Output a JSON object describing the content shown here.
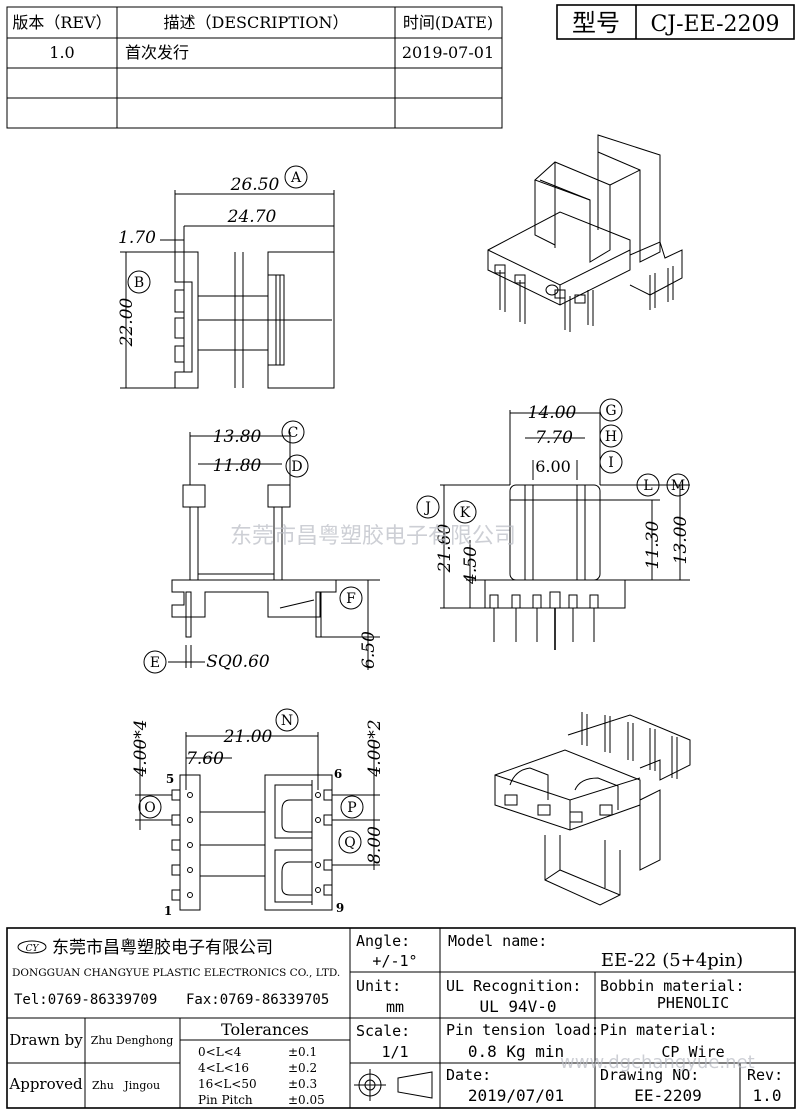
{
  "revision_table": {
    "headers": [
      "版本（REV）",
      "描述（DESCRIPTION）",
      "时间(DATE)"
    ],
    "rows": [
      {
        "rev": "1.0",
        "desc": "首次发行",
        "date": "2019-07-01"
      }
    ]
  },
  "model_box": {
    "label": "型号",
    "value": "CJ-EE-2209"
  },
  "dimensions": {
    "A": "26.50",
    "inner_width": "24.70",
    "flange": "1.70",
    "B": "22.00",
    "C": "13.80",
    "D": "11.80",
    "E": "SQ0.60",
    "F": "6.50",
    "G": "14.00",
    "H": "7.70",
    "I": "6.00",
    "J": "21.60",
    "K": "4.50",
    "L": "11.30",
    "M": "13.00",
    "N": "21.00",
    "pitch_small": "7.60",
    "O": "4.00*4",
    "P": "4.00*2",
    "Q": "8.00"
  },
  "callouts": [
    "A",
    "B",
    "C",
    "D",
    "E",
    "F",
    "G",
    "H",
    "I",
    "J",
    "K",
    "L",
    "M",
    "N",
    "O",
    "P",
    "Q"
  ],
  "pin_numbers": {
    "p5": "5",
    "p6": "6",
    "p1": "1",
    "p9": "9"
  },
  "watermark": "东莞市昌粤塑胶电子有限公司",
  "title_block": {
    "company_cn": "东莞市昌粤塑胶电子有限公司",
    "company_en": "DONGGUAN CHANGYUE PLASTIC ELECTRONICS CO., LTD.",
    "tel": "Tel:0769-86339709",
    "fax": "Fax:0769-86339705",
    "angle_label": "Angle:",
    "angle_value": "+/-1°",
    "unit_label": "Unit:",
    "unit_value": "mm",
    "scale_label": "Scale:",
    "scale_value": "1/1",
    "model_name_label": "Model name:",
    "model_name_value": "EE-22 (5+4pin)",
    "ul_label": "UL Recognition:",
    "ul_value": "UL 94V-0",
    "bobbin_label": "Bobbin material:",
    "bobbin_value": "PHENOLIC",
    "pin_tension_label": "Pin tension load:",
    "pin_tension_value": "0.8 Kg min",
    "pin_material_label": "Pin material:",
    "pin_material_value": "CP Wire",
    "date_label": "Date:",
    "date_value": "2019/07/01",
    "drawing_no_label": "Drawing NO:",
    "drawing_no_value": "EE-2209",
    "rev_label": "Rev:",
    "rev_value": "1.0",
    "drawn_by_label": "Drawn by",
    "drawn_by_value": "Zhu Denghong",
    "approved_label": "Approved",
    "approved_value": "Zhu   Jingou",
    "tolerances_title": "Tolerances",
    "tolerances": [
      {
        "range": "0<L<4",
        "value": "±0.1"
      },
      {
        "range": "4<L<16",
        "value": "±0.2"
      },
      {
        "range": "16<L<50",
        "value": "±0.3"
      },
      {
        "range": "Pin Pitch",
        "value": "±0.05"
      }
    ],
    "website_partial": "www.dgchangyue.net"
  }
}
